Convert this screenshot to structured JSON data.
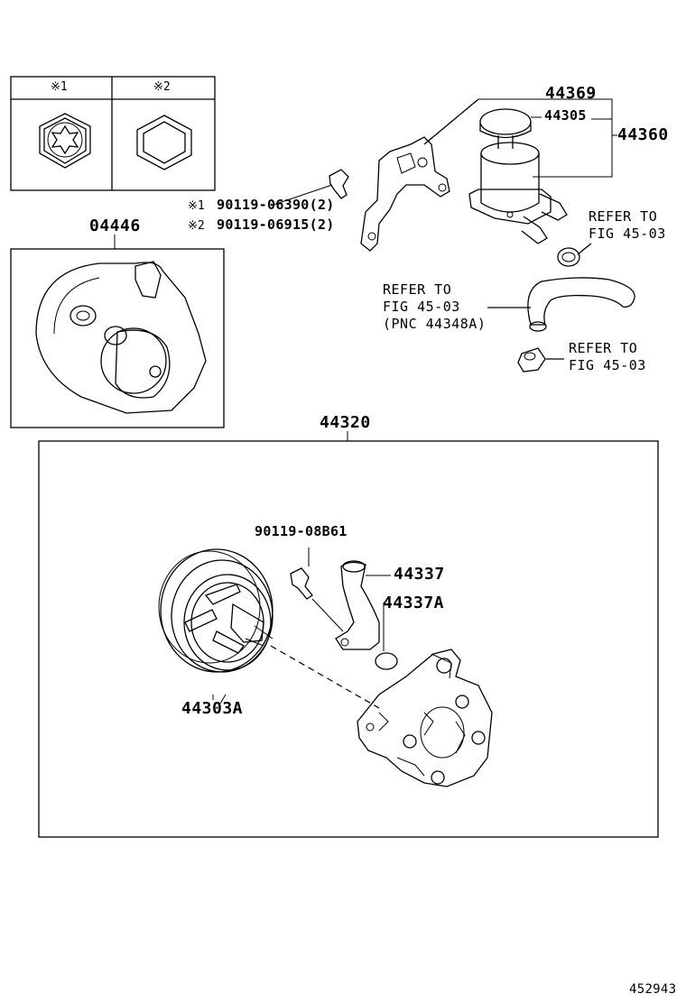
{
  "legend": {
    "mark1": "※1",
    "mark2": "※2"
  },
  "labels": {
    "p44369": "44369",
    "p44305": "44305",
    "p44360": "44360",
    "p04446": "04446",
    "bolt1_mark": "※1",
    "bolt1": "90119-06390(2)",
    "bolt2_mark": "※2",
    "bolt2": "90119-06915(2)",
    "ref1_line1": "REFER TO",
    "ref1_line2": "FIG 45-03",
    "ref2_line1": "REFER TO",
    "ref2_line2": "FIG 45-03",
    "ref2_line3": "(PNC 44348A)",
    "ref3_line1": "REFER TO",
    "ref3_line2": "FIG 45-03",
    "p44320": "44320",
    "p90119_08B61": "90119-08B61",
    "p44337": "44337",
    "p44337A": "44337A",
    "p44303A": "44303A",
    "figure_id": "452943"
  }
}
